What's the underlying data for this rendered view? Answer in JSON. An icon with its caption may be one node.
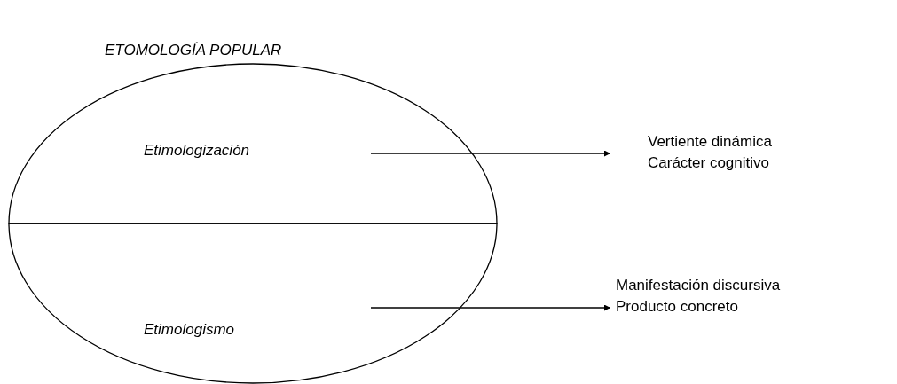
{
  "diagram": {
    "title": "ETOMOLOGÍA POPULAR",
    "nodes": [
      {
        "text": [
          "Etimologización"
        ]
      },
      {
        "text": [
          "Etimologismo"
        ]
      },
      {
        "text": [
          "Vertiente dinámica",
          "Carácter cognitivo"
        ]
      },
      {
        "text": [
          "Manifestación discursiva",
          "Producto concreto"
        ]
      }
    ],
    "edges": [
      {
        "from": 0,
        "to": 2,
        "arrow": "to"
      },
      {
        "from": 1,
        "to": 3,
        "arrow": "to"
      }
    ]
  }
}
